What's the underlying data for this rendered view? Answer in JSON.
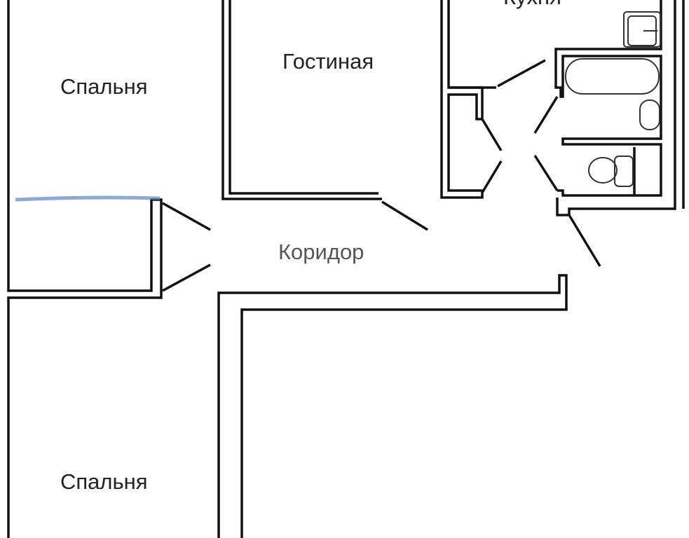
{
  "rooms": {
    "bedroom_top": "Спальня",
    "living_room": "Гостиная",
    "kitchen": "Кухня",
    "corridor": "Коридор",
    "bedroom_bottom": "Спальня"
  },
  "colors": {
    "walls": "#111111",
    "marker": "#5b86c9",
    "background": "#ffffff"
  }
}
